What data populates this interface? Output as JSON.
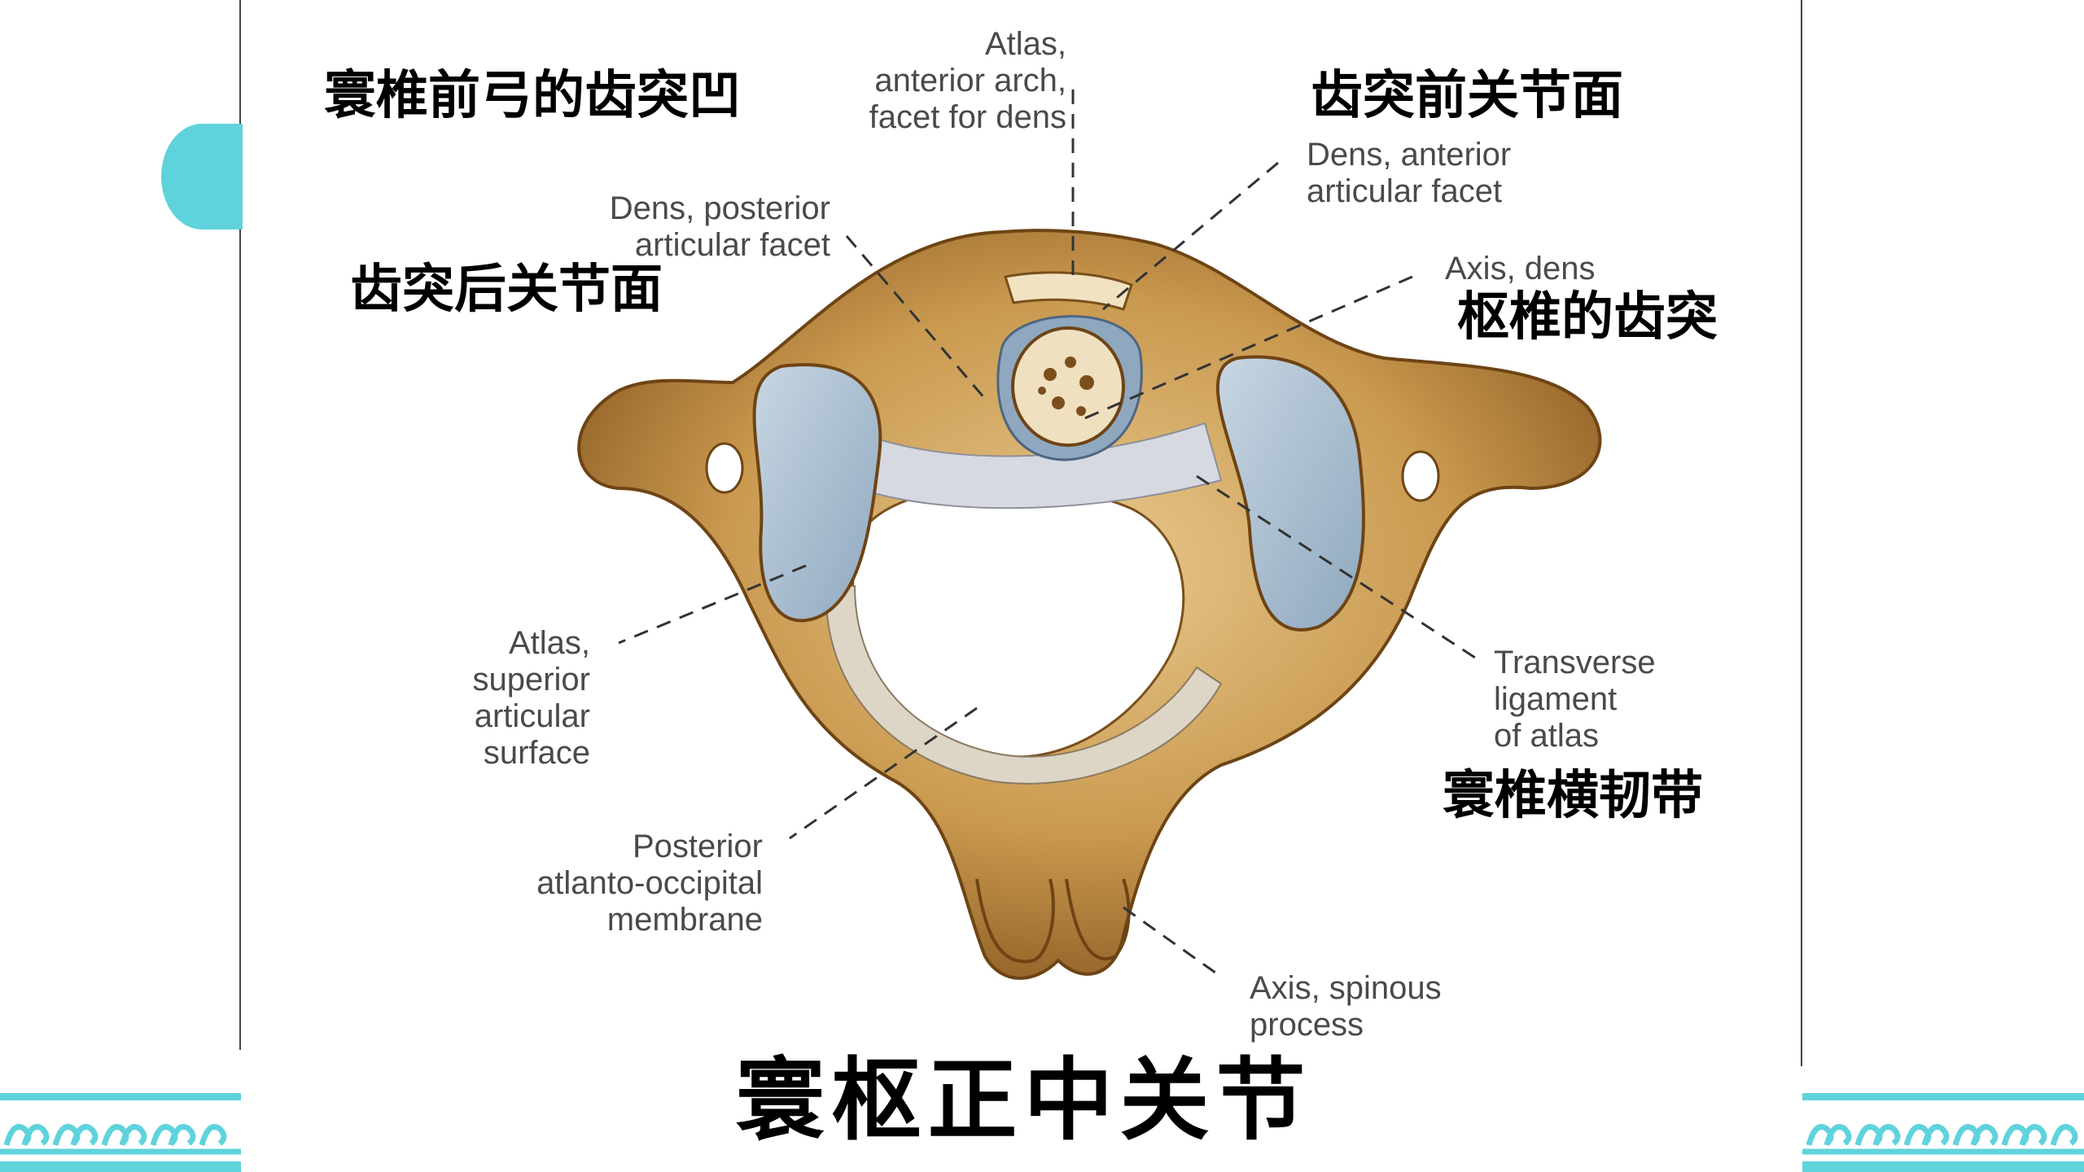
{
  "slide": {
    "title": "寰枢正中关节",
    "accent_color": "#5fd3dc"
  },
  "labels_en": {
    "atlas_anterior_arch": "Atlas,\nanterior arch,\nfacet for dens",
    "dens_anterior_facet": "Dens, anterior\narticular facet",
    "dens_posterior_facet": "Dens, posterior\narticular facet",
    "axis_dens": "Axis, dens",
    "atlas_superior_surface": "Atlas,\nsuperior\narticular\nsurface",
    "transverse_ligament": "Transverse\nligament\nof atlas",
    "posterior_membrane": "Posterior\natlanto-occipital\nmembrane",
    "axis_spinous": "Axis, spinous\nprocess"
  },
  "labels_cn": {
    "fovea_dentis": "寰椎前弓的齿突凹",
    "dens_anterior_facet": "齿突前关节面",
    "dens_posterior_facet": "齿突后关节面",
    "axis_dens": "枢椎的齿突",
    "transverse_ligament": "寰椎横韧带"
  }
}
